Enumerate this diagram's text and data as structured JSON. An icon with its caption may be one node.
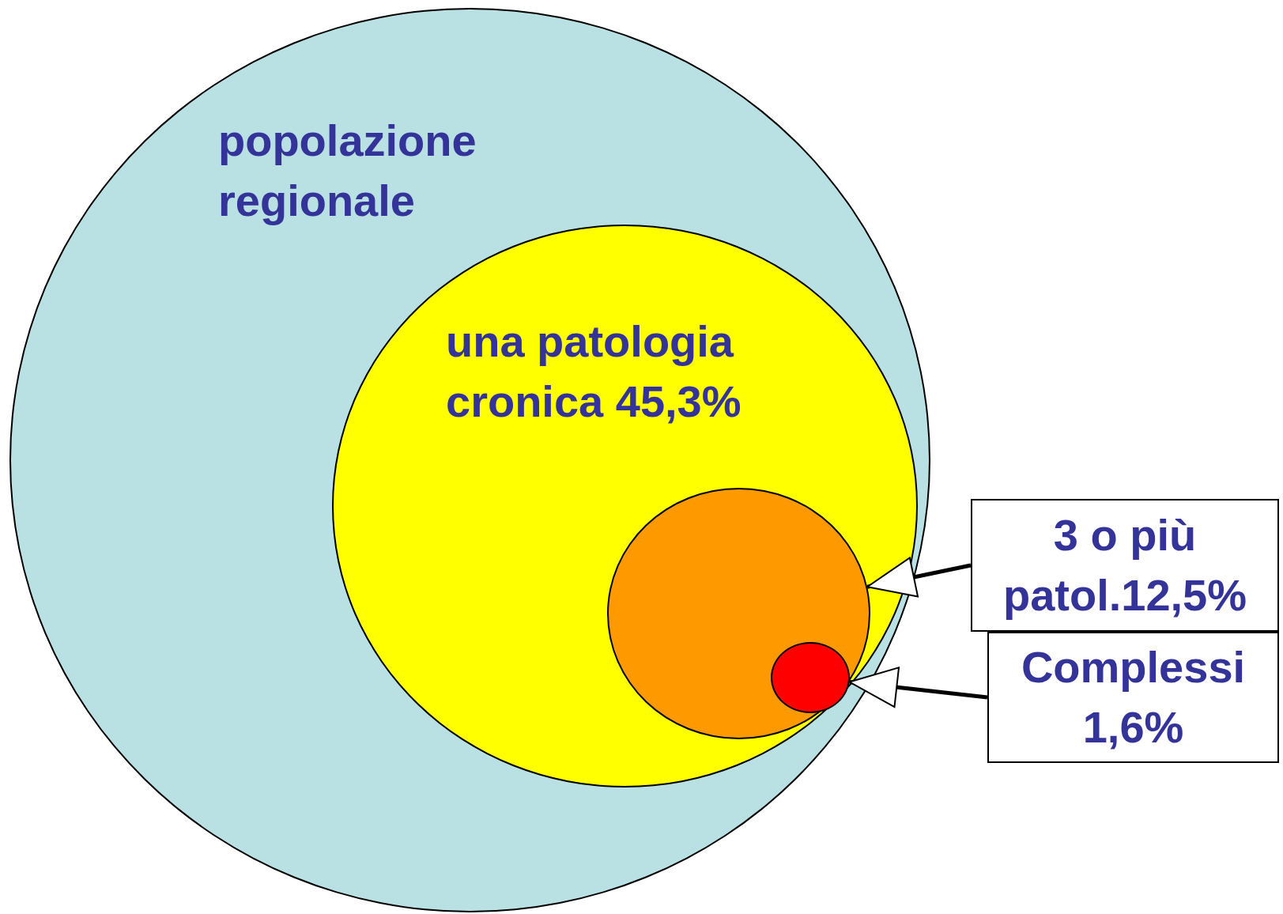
{
  "diagram": {
    "nodes": [
      {
        "text": [
          "popolazione regionale"
        ]
      },
      {
        "text": [
          "una patologia cronica 45,3%"
        ],
        "in": 0
      },
      {
        "text": [],
        "shape": "circle",
        "in": 1
      },
      {
        "text": [],
        "shape": "circle",
        "in": 2
      },
      {
        "text": [
          "3 o più patol.12,5%"
        ]
      },
      {
        "text": [
          "Complessi 1,6%"
        ]
      }
    ],
    "edges": [
      {
        "from": 4,
        "to": 2,
        "arrow": "to"
      },
      {
        "from": 5,
        "to": 3,
        "arrow": "to"
      }
    ]
  }
}
